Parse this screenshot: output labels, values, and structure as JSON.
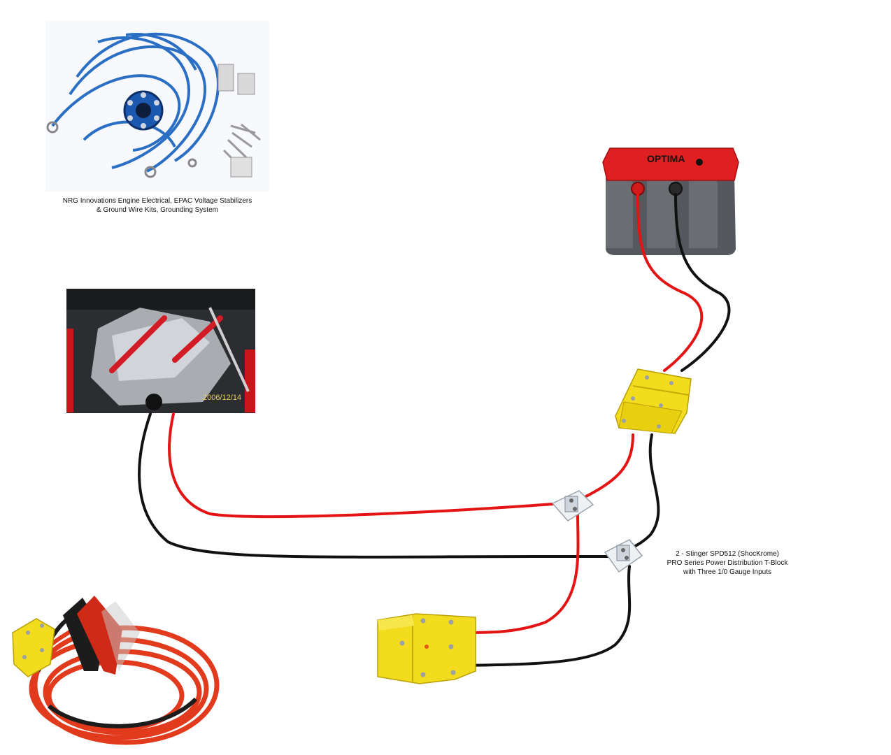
{
  "captions": {
    "nrg": {
      "line1": "NRG Innovations Engine Electrical, EPAC Voltage Stabilizers",
      "line2": "& Ground Wire Kits, Grounding System"
    },
    "stinger": {
      "line1": "2 - Stinger SPD512 (ShocKrome)",
      "line2": "PRO Series Power Distribution T-Block",
      "line3": "with Three 1/0 Gauge Inputs"
    }
  },
  "photo_stamps": {
    "engine_date": "2006/12/14",
    "battery_brand": "OPTIMA"
  },
  "colors": {
    "positive_wire": "#e41414",
    "negative_wire": "#111111",
    "connector_yellow": "#f3dc1e",
    "battery_top": "#e02020",
    "battery_body": "#55585c",
    "ground_kit_blue": "#2a6fc4"
  }
}
